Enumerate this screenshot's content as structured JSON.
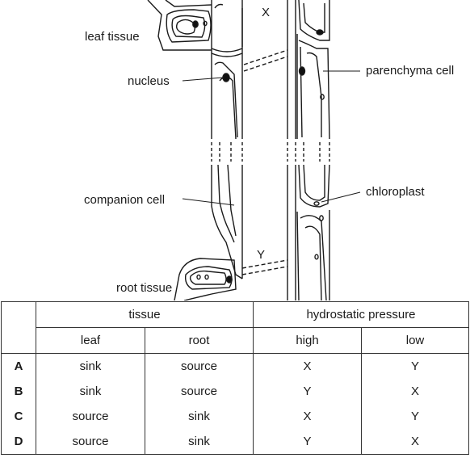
{
  "diagram": {
    "labels": {
      "leaf_tissue": "leaf tissue",
      "nucleus": "nucleus",
      "companion_cell": "companion cell",
      "root_tissue": "root tissue",
      "parenchyma_cell": "parenchyma cell",
      "chloroplast": "chloroplast",
      "point_x": "X",
      "point_y": "Y"
    }
  },
  "table": {
    "group_headers": [
      "tissue",
      "hydrostatic pressure"
    ],
    "sub_headers": [
      "leaf",
      "root",
      "high",
      "low"
    ],
    "rows": [
      {
        "option": "A",
        "leaf": "sink",
        "root": "source",
        "high": "X",
        "low": "Y"
      },
      {
        "option": "B",
        "leaf": "sink",
        "root": "source",
        "high": "Y",
        "low": "X"
      },
      {
        "option": "C",
        "leaf": "source",
        "root": "sink",
        "high": "X",
        "low": "Y"
      },
      {
        "option": "D",
        "leaf": "source",
        "root": "sink",
        "high": "Y",
        "low": "X"
      }
    ]
  }
}
